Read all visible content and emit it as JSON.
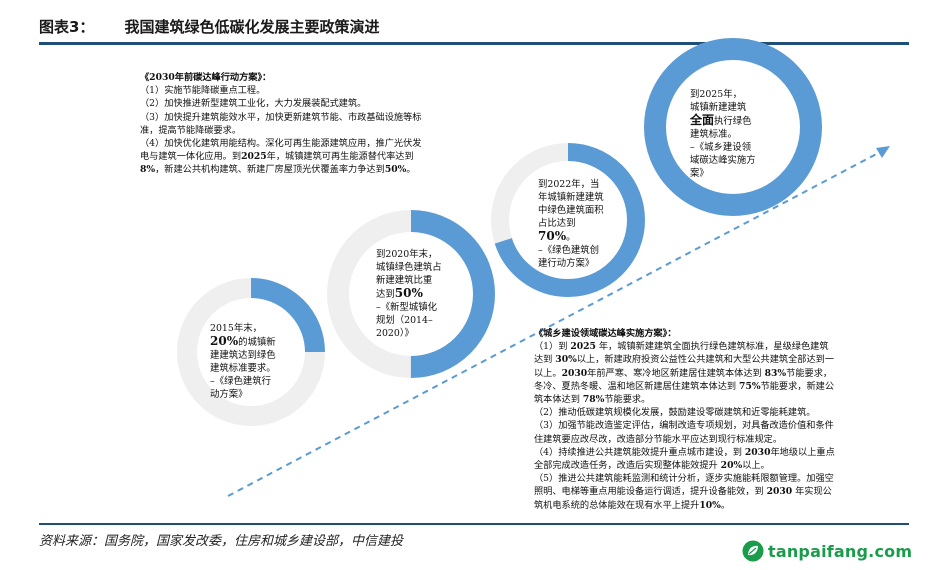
{
  "header": {
    "figure_label": "图表3：",
    "title": "我国建筑绿色低碳化发展主要政策演进"
  },
  "milestones": [
    {
      "lines": [
        "2015年末，",
        "20%的城镇新",
        "建建筑达到绿色",
        "建筑标准要求。",
        "–《绿色建筑行",
        "动方案》"
      ],
      "highlight": "20%",
      "progress": 0.25
    },
    {
      "lines": [
        "到2020年末，",
        "城镇绿色建筑占",
        "新建建筑比重",
        "达到50%",
        "–《新型城镇化",
        "规划（2014–",
        "2020）》"
      ],
      "highlight": "50%",
      "progress": 0.5
    },
    {
      "lines": [
        "到2022年，当",
        "年城镇新建建筑",
        "中绿色建筑面积",
        "占比达到",
        "70%。",
        "–《绿色建筑创",
        "建行动方案》"
      ],
      "highlight": "70%",
      "progress": 0.7
    },
    {
      "lines": [
        "到2025年，",
        "城镇新建建筑",
        "全面执行绿色",
        "建筑标准。",
        "–《城乡建设领",
        "域碳达峰实施方",
        "案》"
      ],
      "highlight": "全面",
      "progress": 1.0
    }
  ],
  "policy_2030": {
    "title": "《2030年前碳达峰行动方案》：",
    "lines": [
      "（1）实施节能降碳重点工程。",
      "（2）加快推进新型建筑工业化，大力发展装配式建筑。",
      "（3）加快提升建筑能效水平，加快更新建筑节能、市政基础设施等标",
      "准，提高节能降碳要求。",
      "（4）加快优化建筑用能结构。深化可再生能源建筑应用，推广光伏发",
      "电与建筑一体化应用。到2025年，城镇建筑可再生能源替代率达到",
      "8%，新建公共机构建筑、新建厂房屋顶光伏覆盖率力争达到50%。"
    ]
  },
  "policy_city": {
    "title": "《城乡建设领域碳达峰实施方案》：",
    "lines": [
      "（1）到 2025 年，城镇新建建筑全面执行绿色建筑标准，星级绿色建筑",
      "达到 30%以上，新建政府投资公益性公共建筑和大型公共建筑全部达到一",
      "以上。2030年前严寒、寒冷地区新建居住建筑本体达到 83%节能要求，",
      "冬冷、夏热冬暖、温和地区新建居住建筑本体达到 75%节能要求，新建公",
      "筑本体达到 78%节能要求。",
      "（2）推动低碳建筑规模化发展，鼓励建设零碳建筑和近零能耗建筑。",
      "（3）加强节能改造鉴定评估，编制改造专项规划，对具备改造价值和条件",
      "住建筑要应改尽改，改造部分节能水平应达到现行标准规定。",
      "（4）持续推进公共建筑能效提升重点城市建设，到 2030年地级以上重点",
      "全部完成改造任务，改造后实现整体能效提升 20%以上。",
      "（5）推进公共建筑能耗监测和统计分析，逐步实施能耗限额管理。加强空",
      "照明、电梯等重点用能设备运行调适，提升设备能效，到 2030 年实现公",
      "筑机电系统的总体能效在现有水平上提升10%。"
    ]
  },
  "footer": {
    "source": "资料来源：国务院，国家发改委，住房和城乡建设部，中信建投",
    "logo_text": "tanpaifang.com"
  },
  "colors": {
    "ring_fill": "#5b9bd5",
    "ring_track": "#efefef",
    "rule": "#1f4e79",
    "arrow": "#5b9bd5",
    "logo": "#1a9c4a"
  }
}
